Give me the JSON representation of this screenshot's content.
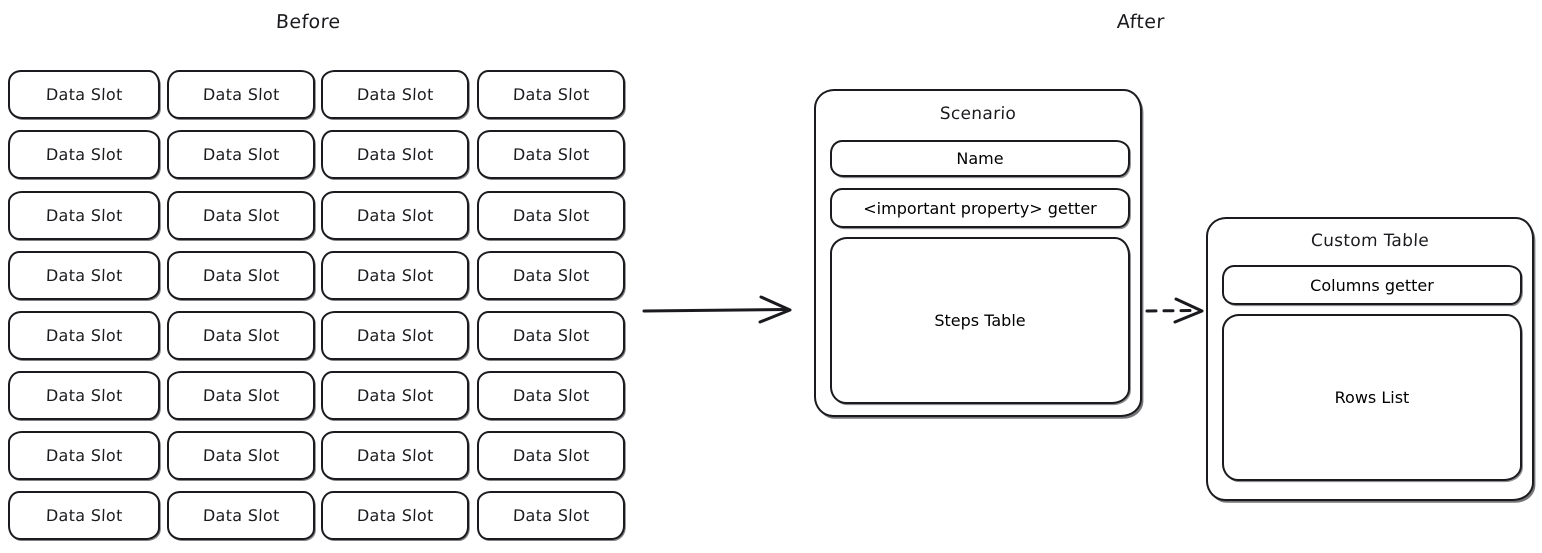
{
  "captions": {
    "before": "Before",
    "after": "After"
  },
  "before": {
    "grid": {
      "rows": 8,
      "columns": 4,
      "cell_label": "Data Slot",
      "cells": [
        [
          "Data Slot",
          "Data Slot",
          "Data Slot",
          "Data Slot"
        ],
        [
          "Data Slot",
          "Data Slot",
          "Data Slot",
          "Data Slot"
        ],
        [
          "Data Slot",
          "Data Slot",
          "Data Slot",
          "Data Slot"
        ],
        [
          "Data Slot",
          "Data Slot",
          "Data Slot",
          "Data Slot"
        ],
        [
          "Data Slot",
          "Data Slot",
          "Data Slot",
          "Data Slot"
        ],
        [
          "Data Slot",
          "Data Slot",
          "Data Slot",
          "Data Slot"
        ],
        [
          "Data Slot",
          "Data Slot",
          "Data Slot",
          "Data Slot"
        ],
        [
          "Data Slot",
          "Data Slot",
          "Data Slot",
          "Data Slot"
        ]
      ]
    }
  },
  "after": {
    "scenario": {
      "title": "Scenario",
      "fields": [
        {
          "label": "Name"
        },
        {
          "label": "<important property> getter"
        },
        {
          "label": "Steps Table"
        }
      ]
    },
    "custom_table": {
      "title": "Custom Table",
      "fields": [
        {
          "label": "Columns getter"
        },
        {
          "label": "Rows List"
        }
      ]
    }
  },
  "connectors": [
    {
      "name": "before-to-after-arrow",
      "style": "solid",
      "head": "arrow"
    },
    {
      "name": "steps-table-to-custom-table-arrow",
      "style": "dashed",
      "head": "arrow"
    }
  ],
  "colors": {
    "stroke": "#1b1b1f",
    "background": "#ffffff",
    "text": "#1b1b1f"
  }
}
